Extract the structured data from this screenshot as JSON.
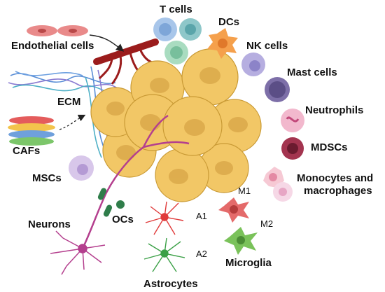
{
  "labels": {
    "t_cells": "T cells",
    "dcs": "DCs",
    "nk_cells": "NK cells",
    "mast_cells": "Mast cells",
    "neutrophils": "Neutrophils",
    "mdscs": "MDSCs",
    "monocytes_line1": "Monocytes and",
    "monocytes_line2": "macrophages",
    "endothelial": "Endothelial cells",
    "ecm": "ECM",
    "cafs": "CAFs",
    "mscs": "MSCs",
    "neurons": "Neurons",
    "ocs": "OCs",
    "astrocytes": "Astrocytes",
    "microglia": "Microglia",
    "a1": "A1",
    "a2": "A2",
    "m1": "M1",
    "m2": "M2"
  },
  "colors": {
    "tumor_fill": "#f2c766",
    "tumor_nucleus": "#dba94a",
    "tumor_outline": "#c99a35",
    "vessel": "#9b1c1c",
    "t_cell_1": "#a8c6ea",
    "t_cell_2": "#8ec7c9",
    "t_cell_3": "#a9dcc0",
    "dc": "#f5a04c",
    "nk": "#b6aee0",
    "mast": "#7d6fa8",
    "neutrophil": "#f2b8cd",
    "mdsc": "#a3344f",
    "monocyte": "#f6c9d4",
    "endothelial": "#e98a8a",
    "caf_red": "#e45c5c",
    "caf_yellow": "#f3c44c",
    "caf_blue": "#6fa0dc",
    "caf_green": "#7cc66a",
    "msc": "#d8c7ea",
    "neuron": "#b43f8e",
    "oc": "#2f7d4a",
    "astro_a1": "#e03a3a",
    "astro_a2": "#3aa046",
    "microglia_m1": "#e46a6a",
    "microglia_m2": "#7ac25a",
    "ecm_fiber": "#5a8ed6"
  }
}
